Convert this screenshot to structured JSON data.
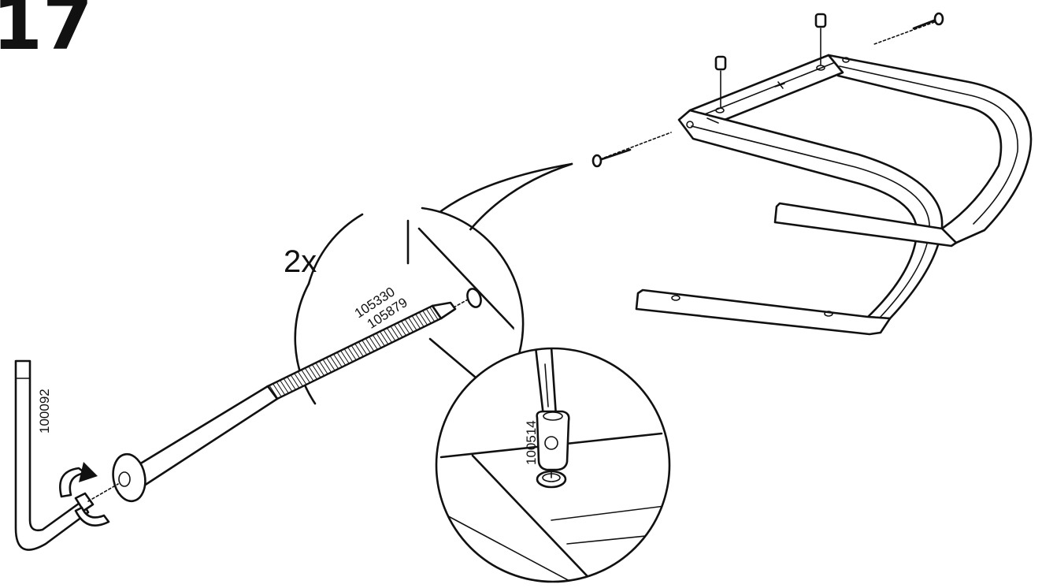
{
  "step": {
    "number": "17"
  },
  "detail": {
    "quantity": "2x",
    "bolt_part_numbers": [
      "105330",
      "105879"
    ],
    "barrel_nut_part_number": "100514"
  },
  "tool": {
    "allen_key_part_number": "100092"
  }
}
